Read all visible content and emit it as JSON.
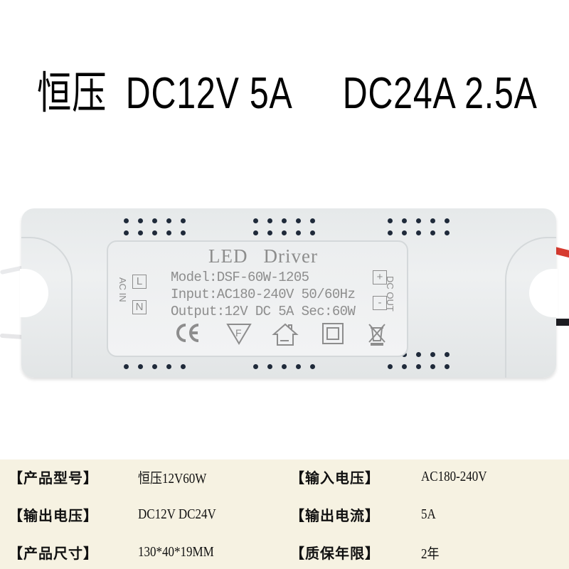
{
  "headline": {
    "prefix": "恒压",
    "spec1": "DC12V 5A",
    "spec2": "DC24A 2.5A"
  },
  "product": {
    "title_word1": "LED",
    "title_word2": "Driver",
    "model": "Model:DSF-60W-1205",
    "input": "Input:AC180-240V 50/60Hz",
    "output": "Output:12V DC 5A Sec:60W",
    "ac_in_label": "AC IN",
    "terminal_l": "L",
    "terminal_n": "N",
    "dc_out_label": "DC OUT",
    "terminal_plus": "+",
    "terminal_minus": "-",
    "cert_icons": [
      "ce-mark-icon",
      "f-mark-icon",
      "indoor-house-icon",
      "double-insulation-icon",
      "weee-bin-icon"
    ],
    "body_color": "#e8ebec",
    "label_text_color": "#8d8d8d",
    "wire_colors": {
      "input": "#e9eaec",
      "output_positive": "#d63a2f",
      "output_negative": "#1d1d22"
    }
  },
  "specs": {
    "background": "#f6f2e2",
    "rows": [
      {
        "key1": "【产品型号】",
        "val1": "恒压12V60W",
        "key2": "【输入电压】",
        "val2": "AC180-240V"
      },
      {
        "key1": "【输出电压】",
        "val1": "DC12V DC24V",
        "key2": "【输出电流】",
        "val2": "5A"
      },
      {
        "key1": "【产品尺寸】",
        "val1": "130*40*19MM",
        "key2": "【质保年限】",
        "val2": "2年"
      }
    ]
  }
}
